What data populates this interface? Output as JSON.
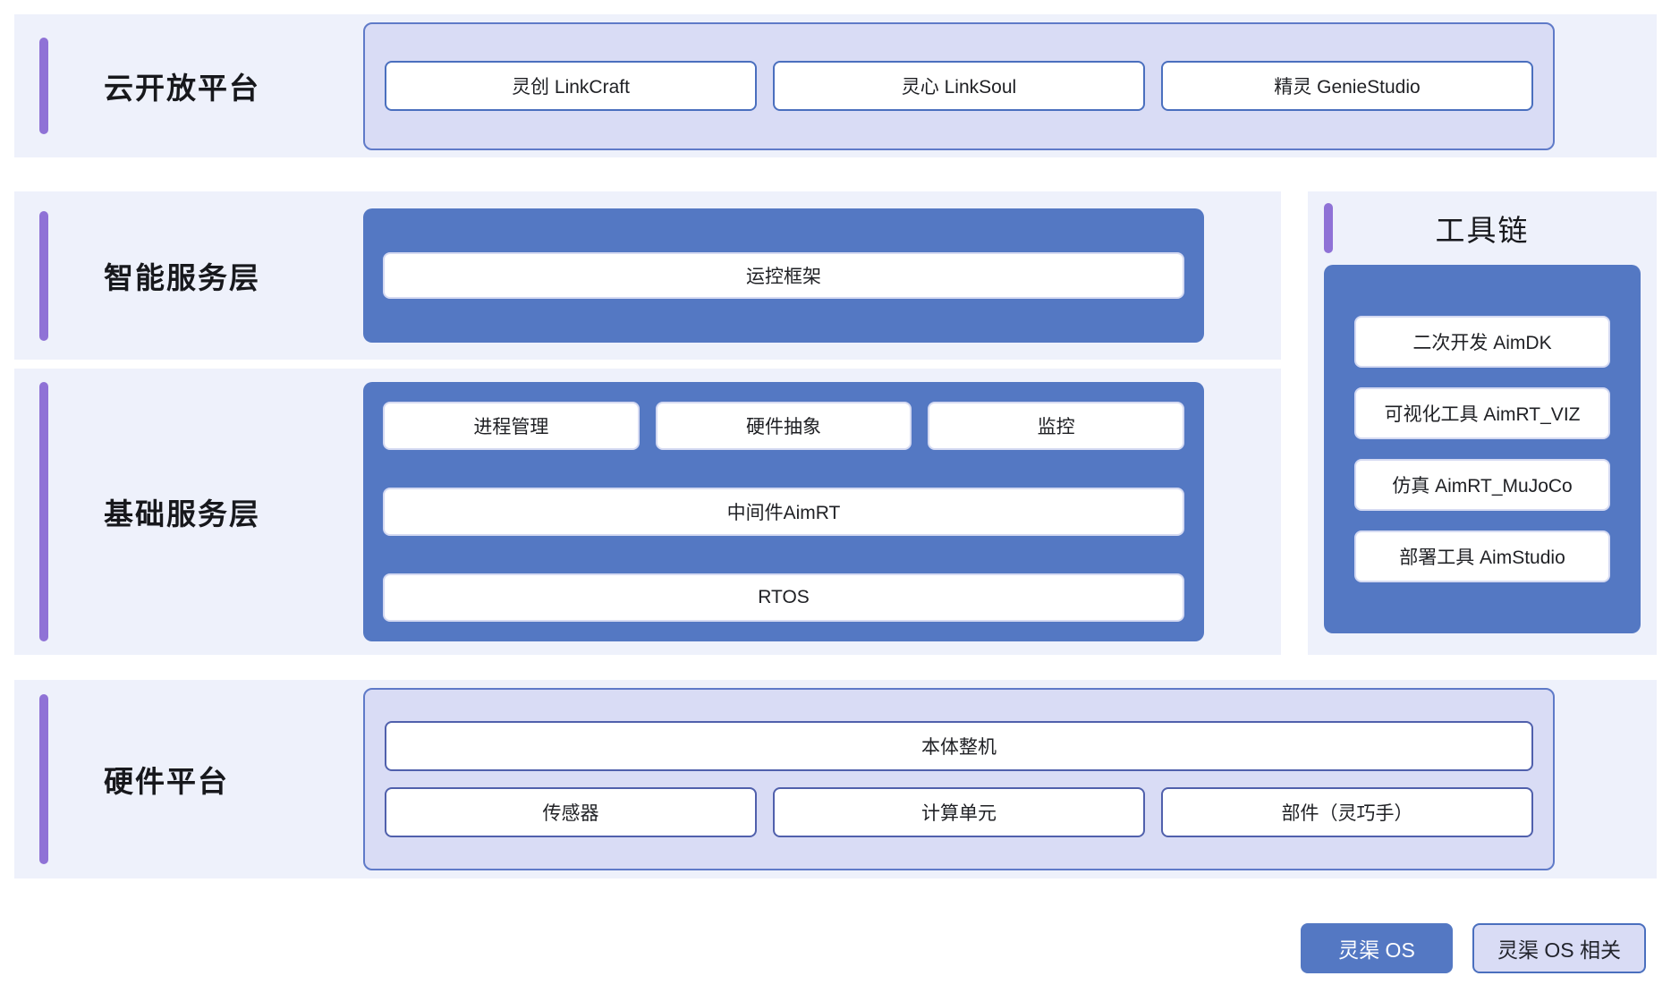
{
  "theme": {
    "row_background": "#eef1fb",
    "accent_bar": "#8f72d6",
    "group_light_fill": "#d9dcf5",
    "group_light_border": "#5f7ac8",
    "group_blue_fill": "#5478c3",
    "chip_fill": "#ffffff",
    "chip_border_blue": "#4a6fbe",
    "text": "#1f2024"
  },
  "rows": {
    "cloud": {
      "title": "云开放平台",
      "items": [
        {
          "label": "灵创 LinkCraft"
        },
        {
          "label": "灵心 LinkSoul"
        },
        {
          "label": "精灵 GenieStudio"
        }
      ]
    },
    "smart": {
      "title": "智能服务层",
      "items": [
        {
          "label": "运控框架"
        }
      ]
    },
    "base": {
      "title": "基础服务层",
      "top_items": [
        {
          "label": "进程管理"
        },
        {
          "label": "硬件抽象"
        },
        {
          "label": "监控"
        }
      ],
      "middle_item": {
        "label": "中间件AimRT"
      },
      "bottom_item": {
        "label": "RTOS"
      }
    },
    "hardware": {
      "title": "硬件平台",
      "main_item": {
        "label": "本体整机"
      },
      "items": [
        {
          "label": "传感器"
        },
        {
          "label": "计算单元"
        },
        {
          "label": "部件（灵巧手）"
        }
      ]
    }
  },
  "toolchain": {
    "title": "工具链",
    "items": [
      {
        "label": "二次开发 AimDK"
      },
      {
        "label": "可视化工具 AimRT_VIZ"
      },
      {
        "label": "仿真 AimRT_MuJoCo"
      },
      {
        "label": "部署工具 AimStudio"
      }
    ]
  },
  "legend": {
    "items": [
      {
        "label": "灵渠 OS",
        "style": "solid"
      },
      {
        "label": "灵渠 OS 相关",
        "style": "outline"
      }
    ]
  }
}
